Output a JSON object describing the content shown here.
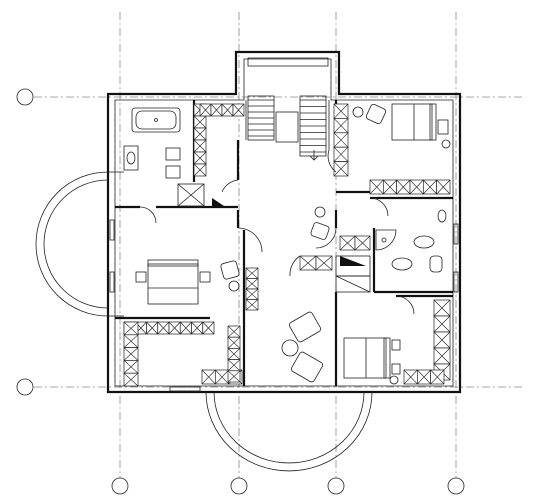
{
  "drawing": {
    "type": "architectural floor plan",
    "line_color": "#111111",
    "grid_line_color": "#888888",
    "background": "#ffffff",
    "grid_axes": {
      "vertical_count": 4,
      "horizontal_count": 2
    },
    "labels": []
  }
}
